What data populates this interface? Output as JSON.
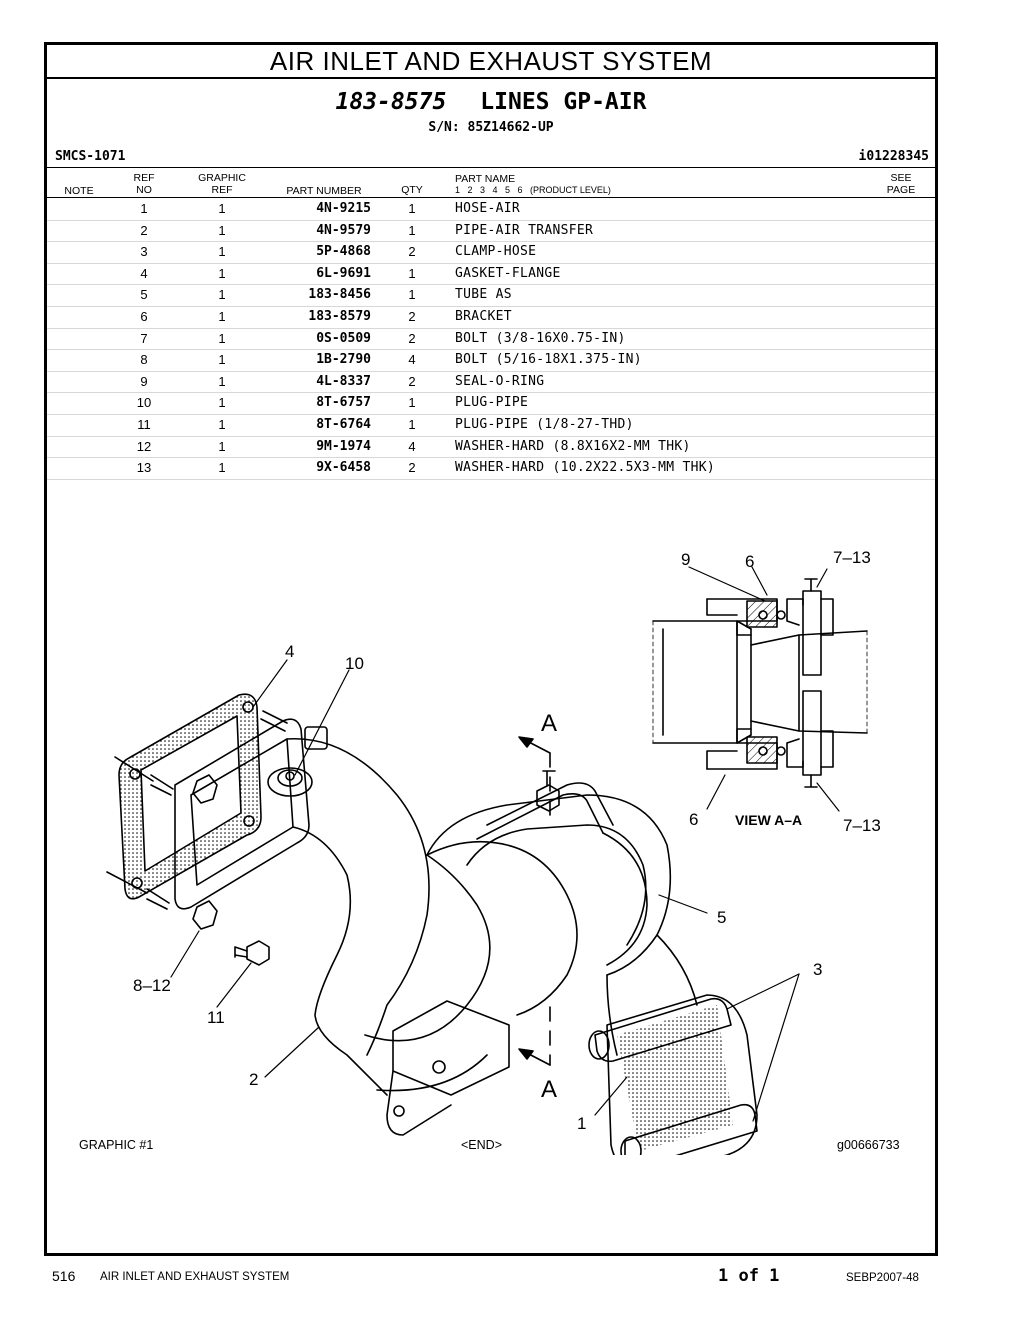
{
  "header": {
    "section_title": "AIR INLET AND EXHAUST SYSTEM",
    "group_number": "183-8575",
    "group_name": "LINES GP-AIR",
    "serial": "S/N: 85Z14662-UP",
    "smcs": "SMCS-1071",
    "illustration_id": "i01228345"
  },
  "columns": {
    "note": "NOTE",
    "ref_no_top": "REF",
    "ref_no_bottom": "NO",
    "graphic_ref_top": "GRAPHIC",
    "graphic_ref_bottom": "REF",
    "part_number": "PART NUMBER",
    "qty": "QTY",
    "part_name": "PART NAME",
    "levels": "1   2   3   4   5   6   (PRODUCT LEVEL)",
    "see_page_top": "SEE",
    "see_page_bottom": "PAGE"
  },
  "parts": [
    {
      "ref": "1",
      "graphic": "1",
      "part_number": "4N-9215",
      "qty": "1",
      "name": "HOSE-AIR"
    },
    {
      "ref": "2",
      "graphic": "1",
      "part_number": "4N-9579",
      "qty": "1",
      "name": "PIPE-AIR TRANSFER"
    },
    {
      "ref": "3",
      "graphic": "1",
      "part_number": "5P-4868",
      "qty": "2",
      "name": "CLAMP-HOSE"
    },
    {
      "ref": "4",
      "graphic": "1",
      "part_number": "6L-9691",
      "qty": "1",
      "name": "GASKET-FLANGE"
    },
    {
      "ref": "5",
      "graphic": "1",
      "part_number": "183-8456",
      "qty": "1",
      "name": "TUBE AS"
    },
    {
      "ref": "6",
      "graphic": "1",
      "part_number": "183-8579",
      "qty": "2",
      "name": "BRACKET"
    },
    {
      "ref": "7",
      "graphic": "1",
      "part_number": "0S-0509",
      "qty": "2",
      "name": "BOLT (3/8-16X0.75-IN)"
    },
    {
      "ref": "8",
      "graphic": "1",
      "part_number": "1B-2790",
      "qty": "4",
      "name": "BOLT (5/16-18X1.375-IN)"
    },
    {
      "ref": "9",
      "graphic": "1",
      "part_number": "4L-8337",
      "qty": "2",
      "name": "SEAL-O-RING"
    },
    {
      "ref": "10",
      "graphic": "1",
      "part_number": "8T-6757",
      "qty": "1",
      "name": "PLUG-PIPE"
    },
    {
      "ref": "11",
      "graphic": "1",
      "part_number": "8T-6764",
      "qty": "1",
      "name": "PLUG-PIPE (1/8-27-THD)"
    },
    {
      "ref": "12",
      "graphic": "1",
      "part_number": "9M-1974",
      "qty": "4",
      "name": "WASHER-HARD (8.8X16X2-MM THK)"
    },
    {
      "ref": "13",
      "graphic": "1",
      "part_number": "9X-6458",
      "qty": "2",
      "name": "WASHER-HARD (10.2X22.5X3-MM THK)"
    }
  ],
  "diagram": {
    "callout_4": "4",
    "callout_10": "10",
    "callout_8_12": "8–12",
    "callout_11": "11",
    "callout_2": "2",
    "callout_5": "5",
    "callout_3": "3",
    "callout_1": "1",
    "section_a_top": "A",
    "section_a_bottom": "A",
    "detail_9": "9",
    "detail_6_top": "6",
    "detail_7_13_top": "7–13",
    "detail_6_bottom": "6",
    "detail_7_13_bottom": "7–13",
    "view_label": "VIEW A–A"
  },
  "caption": {
    "graphic": "GRAPHIC #1",
    "end": "<END>",
    "graphic_id": "g00666733"
  },
  "footer": {
    "page_number": "516",
    "section": "AIR INLET AND EXHAUST SYSTEM",
    "page_of": "1 of 1",
    "doc_number": "SEBP2007-48"
  }
}
